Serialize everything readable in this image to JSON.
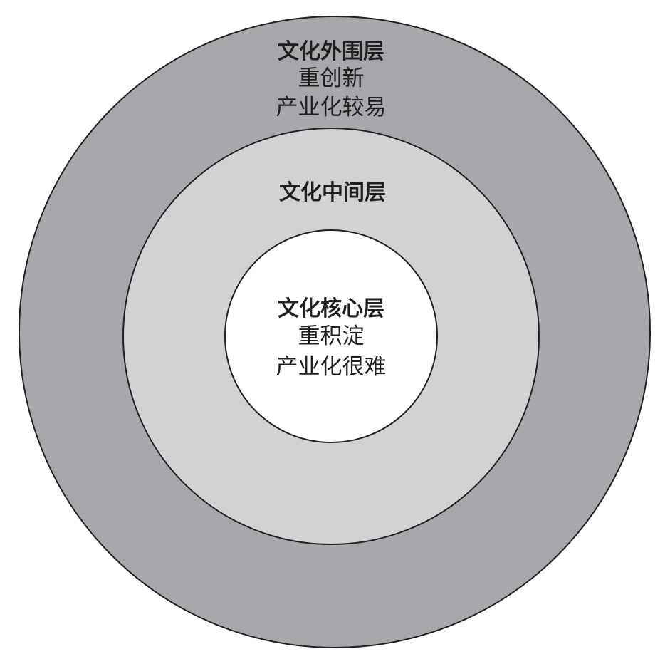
{
  "layers": {
    "outer": {
      "title": "文化外围层",
      "line1": "重创新",
      "line2": "产业化较易",
      "fill": "#a7a8ab"
    },
    "middle": {
      "title": "文化中间层",
      "fill": "#d1d2d4"
    },
    "core": {
      "title": "文化核心层",
      "line1": "重积淀",
      "line2": "产业化很难",
      "fill": "#ffffff"
    }
  },
  "colors": {
    "stroke": "#231f20",
    "text": "#231f20"
  }
}
